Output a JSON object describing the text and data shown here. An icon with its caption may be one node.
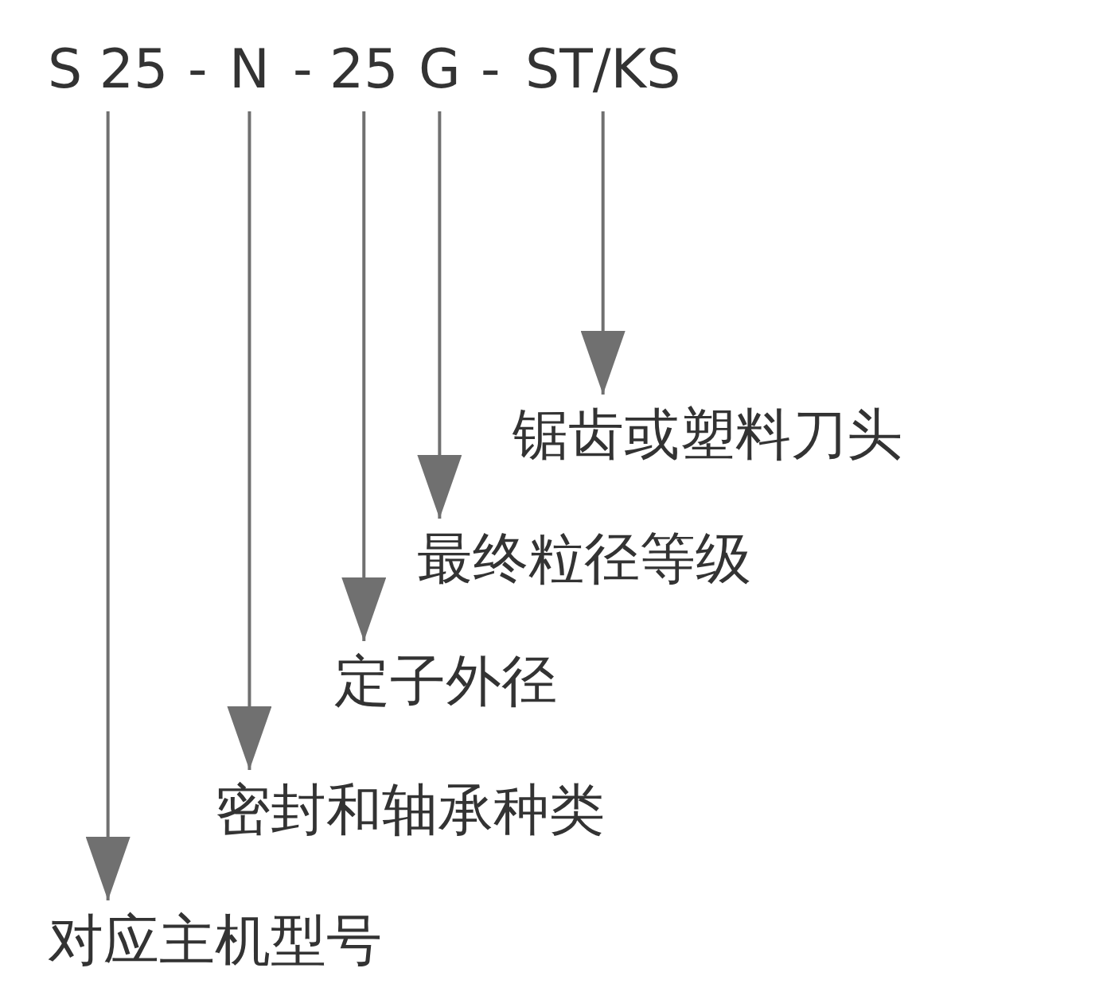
{
  "diagram": {
    "nodes": [
      {
        "text": [
          "S 25"
        ]
      },
      {
        "text": [
          "N"
        ]
      },
      {
        "text": [
          "25"
        ]
      },
      {
        "text": [
          "G"
        ]
      },
      {
        "text": [
          "ST/KS"
        ]
      },
      {
        "text": [
          "锯齿或塑料刀头"
        ]
      },
      {
        "text": [
          "最终粒径等级"
        ]
      },
      {
        "text": [
          "定子外径"
        ]
      },
      {
        "text": [
          "密封和轴承种类"
        ]
      },
      {
        "text": [
          "对应主机型号"
        ]
      }
    ],
    "edges": [
      {
        "from": 0,
        "to": 9,
        "arrow": "to"
      },
      {
        "from": 1,
        "to": 8,
        "arrow": "to"
      },
      {
        "from": 2,
        "to": 7,
        "arrow": "to"
      },
      {
        "from": 3,
        "to": 6,
        "arrow": "to"
      },
      {
        "from": 4,
        "to": 5,
        "arrow": "to"
      }
    ],
    "labels": [
      "-",
      "-",
      "-"
    ]
  }
}
